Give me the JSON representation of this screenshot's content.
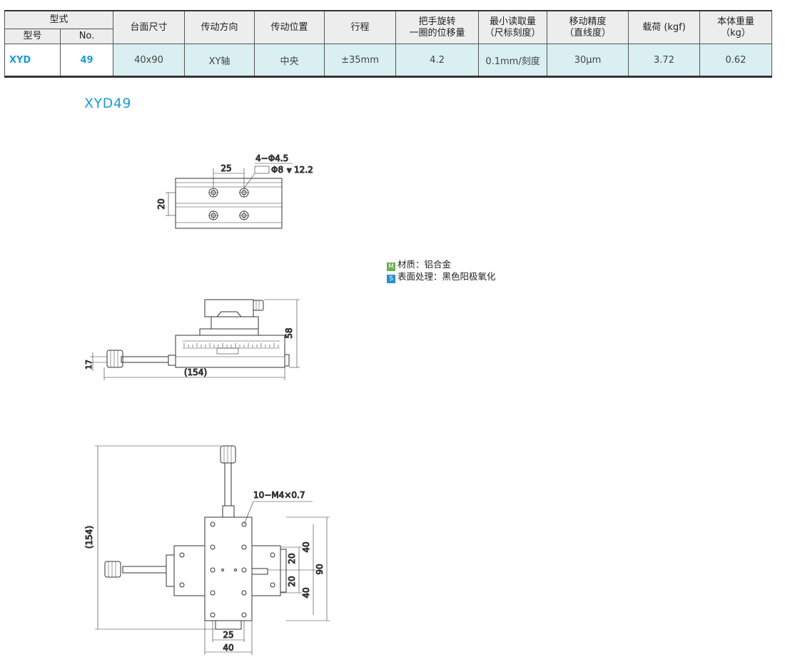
{
  "table": {
    "header_type": "型式",
    "header_model": "型号",
    "header_no": "No.",
    "columns": [
      "台面尺寸",
      "传动方向",
      "传动位置",
      "行程",
      "把手旋转",
      "一圈的位移量",
      "最小读取量",
      "（尺标刻度）",
      "移动精度",
      "（直线度）",
      "载荷 (kgf)",
      "本体重量",
      "（kg）"
    ],
    "row": {
      "model": "XYD",
      "no": "49",
      "table_size": "40x90",
      "drive_direction": "XY轴",
      "drive_position": "中央",
      "stroke": "±35mm",
      "handle_travel": "4.2",
      "min_reading": "0.1mm/刻度",
      "accuracy": "30μm",
      "load": "3.72",
      "weight": "0.62"
    }
  },
  "model_title": "XYD49",
  "notes": {
    "material_tag": "M",
    "material": "材质：铝合金",
    "surface_tag": "S",
    "surface": "表面处理：黑色阳极氧化"
  },
  "drawing": {
    "top_hole_spec": "4−Φ4.5",
    "top_cbore_spec": "Φ8",
    "top_depth_spec": "12.2",
    "top_dim_25": "25",
    "top_dim_20": "20",
    "side_dim_58": "58",
    "side_dim_17": "17",
    "side_dim_154": "(154)",
    "plan_thread_spec": "10−M4×0.7",
    "plan_dim_154": "(154)",
    "plan_dim_40a": "40",
    "plan_dim_20a": "20",
    "plan_dim_20b": "20",
    "plan_dim_40b": "40",
    "plan_dim_90": "90",
    "plan_dim_25": "25",
    "plan_dim_40c": "40"
  },
  "colors": {
    "accent": "#1e9ad6",
    "row_fill": "#d9eff1",
    "header_fill": "#ededed"
  }
}
